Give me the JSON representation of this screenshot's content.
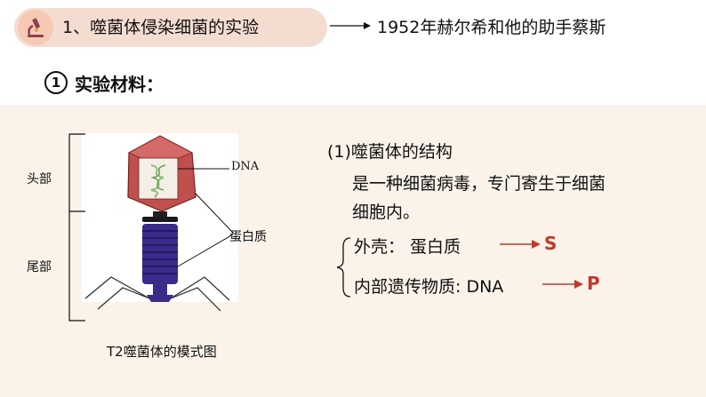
{
  "header": {
    "title": "1、噬菌体侵染细菌的实验",
    "note": "1952年赫尔希和他的助手蔡斯",
    "icon": "microscope-icon"
  },
  "section": {
    "number": "1",
    "title": "实验材料："
  },
  "figure": {
    "label_head": "头部",
    "label_tail": "尾部",
    "label_dna": "DNA",
    "label_protein": "蛋白质",
    "caption": "T2噬菌体的模式图"
  },
  "structure": {
    "title": "(1)噬菌体的结构",
    "desc_line1": "是一种细菌病毒，专门寄生于细菌",
    "desc_line2": "细胞内。",
    "shell_label": "外壳：  蛋白质",
    "shell_element": "S",
    "inner_label": "内部遗传物质: DNA",
    "inner_element": "P"
  },
  "colors": {
    "accent": "#c0392b",
    "pill": "#f4ddd0",
    "panel": "#fbf2ea",
    "tail": "#3b2a8a"
  }
}
